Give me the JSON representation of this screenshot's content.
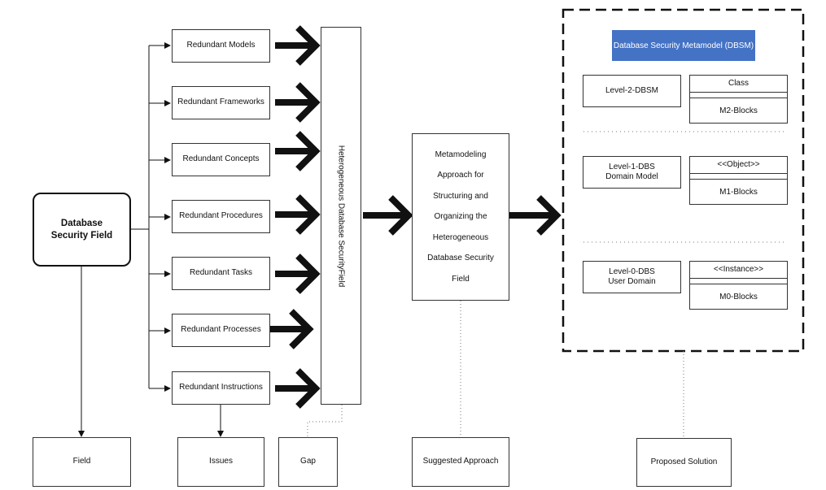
{
  "field": {
    "line1": "Database",
    "line2": "Security Field"
  },
  "redundant": [
    "Redundant Models",
    "Redundant Frameworks",
    "Redundant Concepts",
    "Redundant Procedures",
    "Redundant Tasks",
    "Redundant Processes",
    "Redundant Instructions"
  ],
  "heterogeneous": "Heterogeneous Database SecurityField",
  "approach": [
    "Metamodeling",
    "Approach for",
    "Structuring and",
    "Organizing the",
    "Heterogeneous",
    "Database Security",
    "Field"
  ],
  "dbsm": {
    "title": "Database Security Metamodel (DBSM)",
    "levels": [
      {
        "line1": "Level-2-DBSM",
        "line2": "",
        "block_top": "Class",
        "block_bottom": "M2-Blocks"
      },
      {
        "line1": "Level-1-DBS",
        "line2": "Domain Model",
        "block_top": "<<Object>>",
        "block_bottom": "M1-Blocks"
      },
      {
        "line1": "Level-0-DBS",
        "line2": "User Domain",
        "block_top": "<<Instance>>",
        "block_bottom": "M0-Blocks"
      }
    ]
  },
  "bottom": {
    "field": "Field",
    "issues": "Issues",
    "gap": "Gap",
    "suggested": "Suggested Approach",
    "proposed": "Proposed Solution"
  }
}
